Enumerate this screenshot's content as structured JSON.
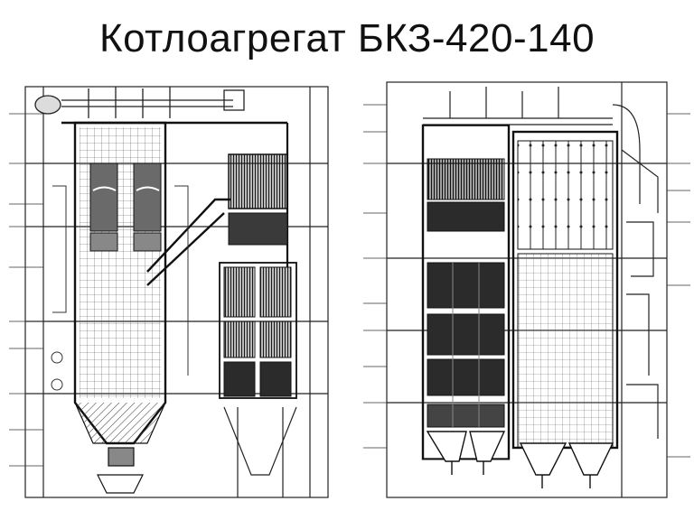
{
  "slide": {
    "title": "Котлоагрегат БКЗ-420-140"
  },
  "figures": [
    {
      "name": "side-section",
      "subject": "boiler cross-section with furnace, convective shaft and ash hoppers"
    },
    {
      "name": "front-section",
      "subject": "boiler front view with superheater panels and economizer banks"
    }
  ],
  "colors": {
    "line": "#222222",
    "fill_dark": "#2b2b2b",
    "fill_mid": "#6a6a6a",
    "background": "#ffffff"
  }
}
